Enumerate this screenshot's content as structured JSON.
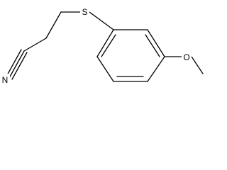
{
  "molecule": {
    "atoms": {
      "sulfur": "S",
      "nitrile_nitrogen": "N",
      "ether_oxygen": "O"
    }
  },
  "colors": {
    "bond": "#000000",
    "background": "#ffffff"
  }
}
